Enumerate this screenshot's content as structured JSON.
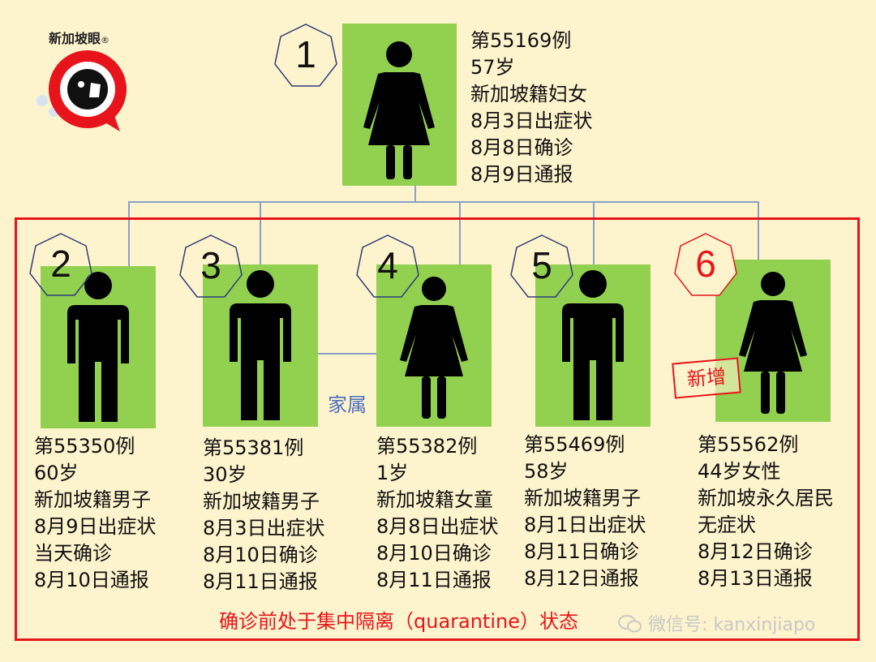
{
  "logo": {
    "text": "新加坡眼",
    "mark": "®"
  },
  "patients": [
    {
      "num": "1",
      "lines": [
        "第55169例",
        "57岁",
        "新加坡籍妇女",
        "8月3日出症状",
        "8月8日确诊",
        "8月9日通报"
      ],
      "gender": "female"
    },
    {
      "num": "2",
      "lines": [
        "第55350例",
        "60岁",
        "新加坡籍男子",
        "8月9日出症状",
        "当天确诊",
        "8月10日通报"
      ],
      "gender": "male"
    },
    {
      "num": "3",
      "lines": [
        "第55381例",
        "30岁",
        "新加坡籍男子",
        "8月3日出症状",
        "8月10日确诊",
        "8月11日通报"
      ],
      "gender": "male"
    },
    {
      "num": "4",
      "lines": [
        "第55382例",
        "1岁",
        "新加坡籍女童",
        "8月8日出症状",
        "8月10日确诊",
        "8月11日通报"
      ],
      "gender": "female"
    },
    {
      "num": "5",
      "lines": [
        "第55469例",
        "58岁",
        "新加坡籍男子",
        "8月1日出症状",
        "8月11日确诊",
        "8月12日通报"
      ],
      "gender": "male"
    },
    {
      "num": "6",
      "lines": [
        "第55562例",
        "44岁女性",
        "新加坡永久居民",
        "无症状",
        "8月12日确诊",
        "8月13日通报"
      ],
      "gender": "female"
    }
  ],
  "family_label": "家属",
  "new_stamp": "新增",
  "caption": "确诊前处于集中隔离（quarantine）状态",
  "watermark": "微信号: kanxinjiapo",
  "colors": {
    "box_green": "#92d050",
    "accent_red": "#e8141c",
    "link_blue": "#8aa0c8",
    "bg": "#fdf3cc"
  }
}
